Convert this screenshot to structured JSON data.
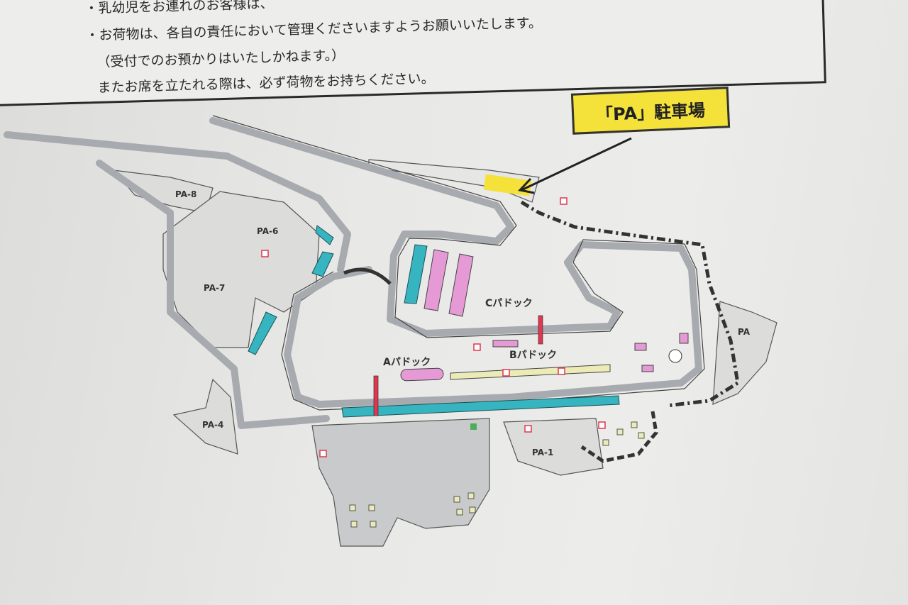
{
  "notice": {
    "lines": [
      "・乳幼児をお連れのお客様は、",
      "・お荷物は、各自の責任において管理くださいますようお願いいたします。",
      "（受付でのお預かりはいたしかねます。）",
      "またお席を立たれる際は、必ず荷物をお持ちください。"
    ]
  },
  "callout": "「PA」駐車場",
  "areas": {
    "pa8": "PA-8",
    "pa6": "PA-6",
    "pa7": "PA-7",
    "pa4": "PA-4",
    "pa1": "PA-1",
    "pa": "PA",
    "c_paddock": "Cパドック",
    "b_paddock": "Bパドック",
    "a_paddock": "Aパドック"
  },
  "colors": {
    "callout": "#f4e23a",
    "paddock": "#e59ad6",
    "stand": "#36b5c0",
    "track": "#b9bdc1",
    "restroom": "#e0364f"
  }
}
